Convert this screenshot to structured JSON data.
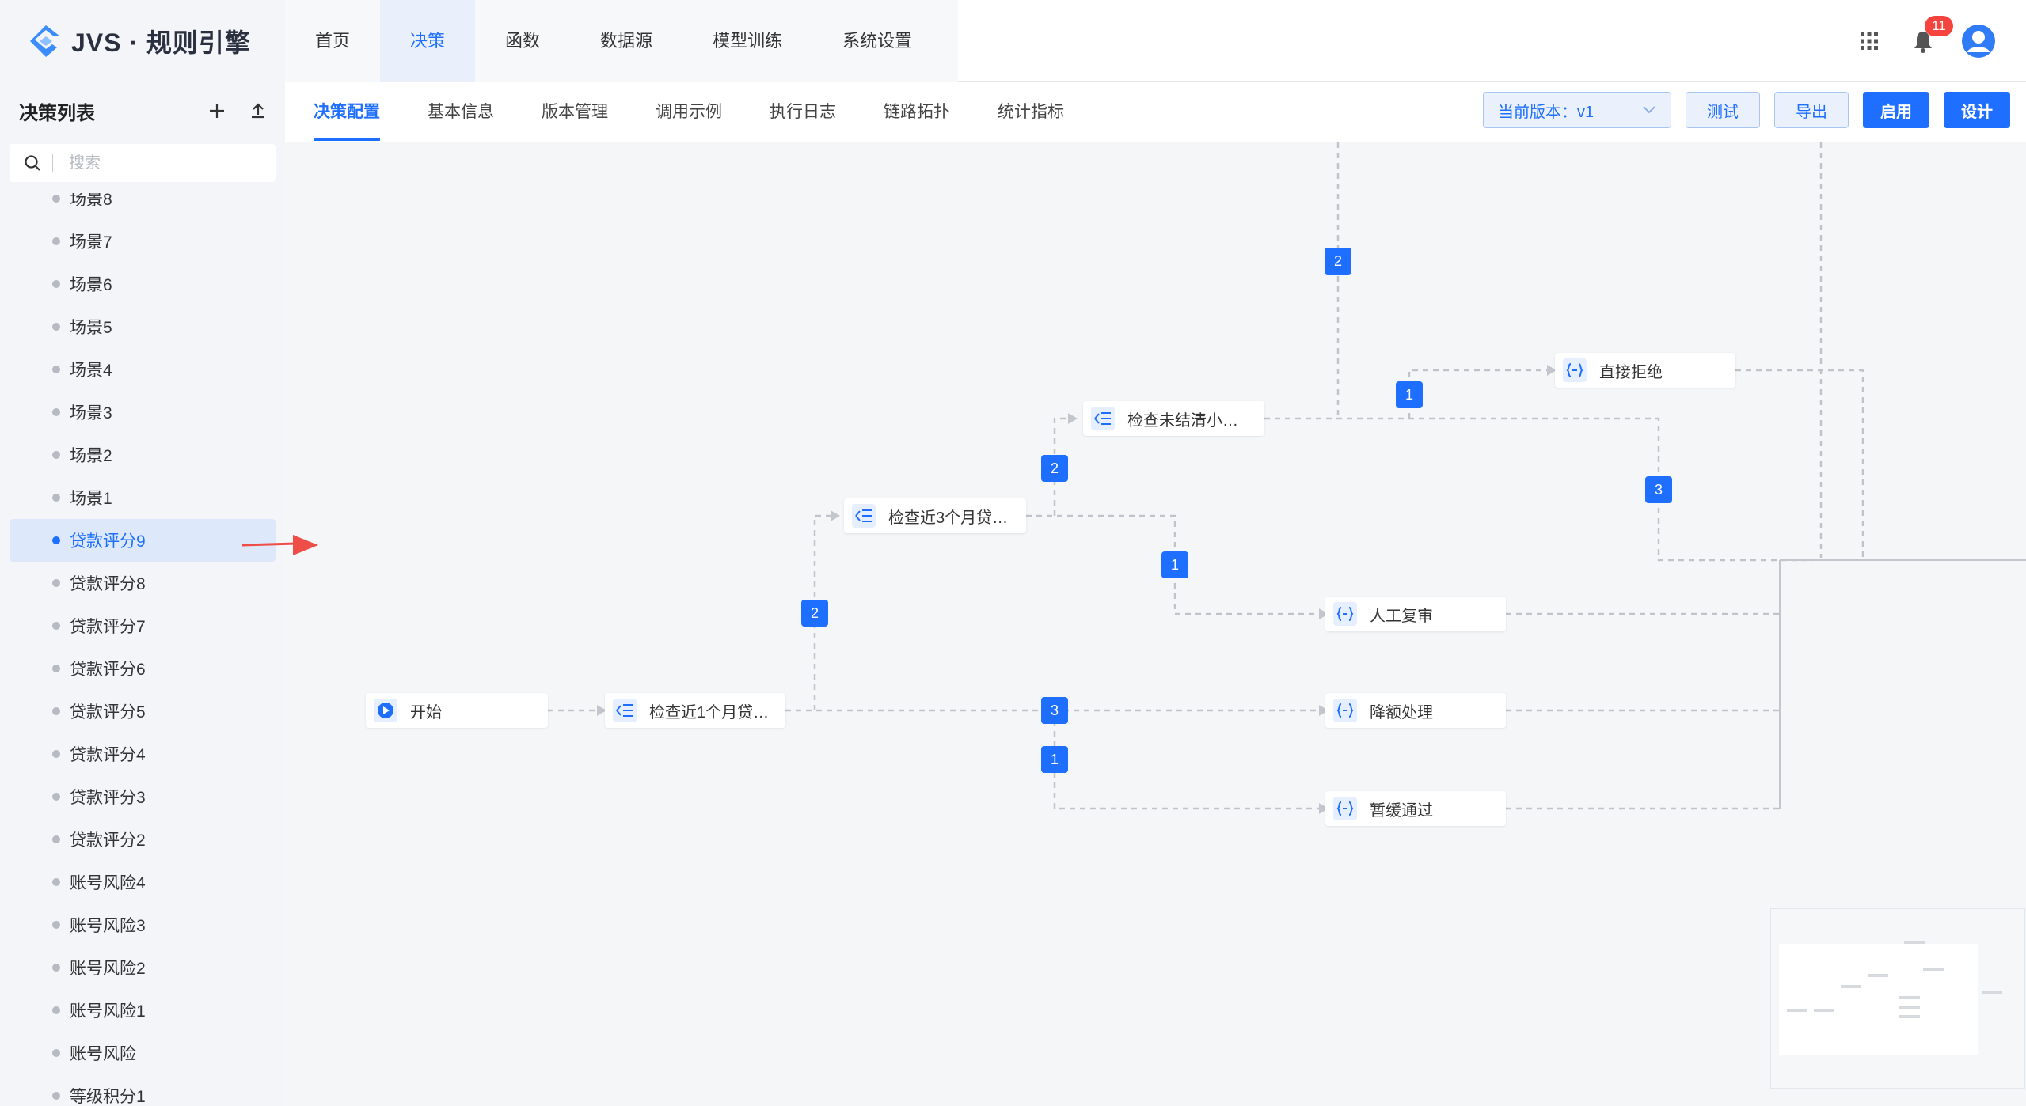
{
  "app": {
    "logo_text": "JVS · 规则引擎"
  },
  "top_nav": [
    {
      "label": "首页"
    },
    {
      "label": "决策"
    },
    {
      "label": "函数"
    },
    {
      "label": "数据源"
    },
    {
      "label": "模型训练"
    },
    {
      "label": "系统设置"
    }
  ],
  "header": {
    "notification_count": "11"
  },
  "sidebar": {
    "title": "决策列表",
    "search_placeholder": "搜索",
    "items": [
      {
        "label": "场景8"
      },
      {
        "label": "场景7"
      },
      {
        "label": "场景6"
      },
      {
        "label": "场景5"
      },
      {
        "label": "场景4"
      },
      {
        "label": "场景3"
      },
      {
        "label": "场景2"
      },
      {
        "label": "场景1"
      },
      {
        "label": "贷款评分9"
      },
      {
        "label": "贷款评分8"
      },
      {
        "label": "贷款评分7"
      },
      {
        "label": "贷款评分6"
      },
      {
        "label": "贷款评分5"
      },
      {
        "label": "贷款评分4"
      },
      {
        "label": "贷款评分3"
      },
      {
        "label": "贷款评分2"
      },
      {
        "label": "账号风险4"
      },
      {
        "label": "账号风险3"
      },
      {
        "label": "账号风险2"
      },
      {
        "label": "账号风险1"
      },
      {
        "label": "账号风险"
      },
      {
        "label": "等级积分1"
      }
    ]
  },
  "tabs": [
    {
      "label": "决策配置"
    },
    {
      "label": "基本信息"
    },
    {
      "label": "版本管理"
    },
    {
      "label": "调用示例"
    },
    {
      "label": "执行日志"
    },
    {
      "label": "链路拓扑"
    },
    {
      "label": "统计指标"
    }
  ],
  "toolbar": {
    "version_label": "当前版本：",
    "version_value": "v1",
    "test_label": "测试",
    "export_label": "导出",
    "enable_label": "启用",
    "design_label": "设计"
  },
  "flow": {
    "nodes": [
      {
        "label": "开始"
      },
      {
        "label": "检查近1个月贷…"
      },
      {
        "label": "检查近3个月贷…"
      },
      {
        "label": "检查未结清小…"
      },
      {
        "label": "直接拒绝"
      },
      {
        "label": "人工复审"
      },
      {
        "label": "降额处理"
      },
      {
        "label": "暂缓通过"
      }
    ],
    "badges": [
      "2",
      "1",
      "2",
      "3",
      "2",
      "1",
      "3",
      "1"
    ]
  },
  "colors": {
    "accent": "#1e6fff",
    "arrow": "#ef4d48"
  }
}
